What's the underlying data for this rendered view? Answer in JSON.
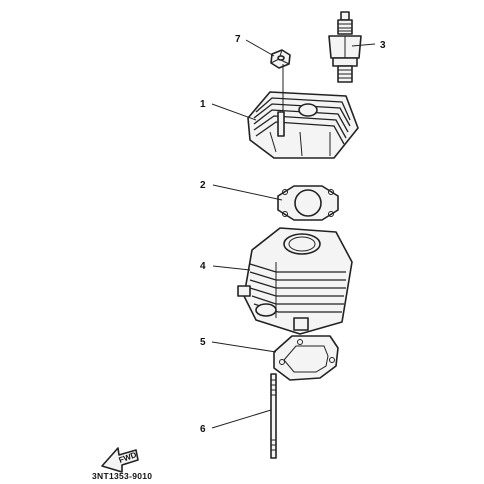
{
  "callouts": [
    {
      "id": "cylinder-head",
      "label": "1"
    },
    {
      "id": "cylinder-head-gasket",
      "label": "2"
    },
    {
      "id": "spark-plug",
      "label": "3"
    },
    {
      "id": "cylinder",
      "label": "4"
    },
    {
      "id": "cylinder-base-gasket",
      "label": "5"
    },
    {
      "id": "stud-bolt",
      "label": "6"
    },
    {
      "id": "nut",
      "label": "7"
    }
  ],
  "fwd_label": "FWD",
  "diagram_code": "3NT1353-9010"
}
